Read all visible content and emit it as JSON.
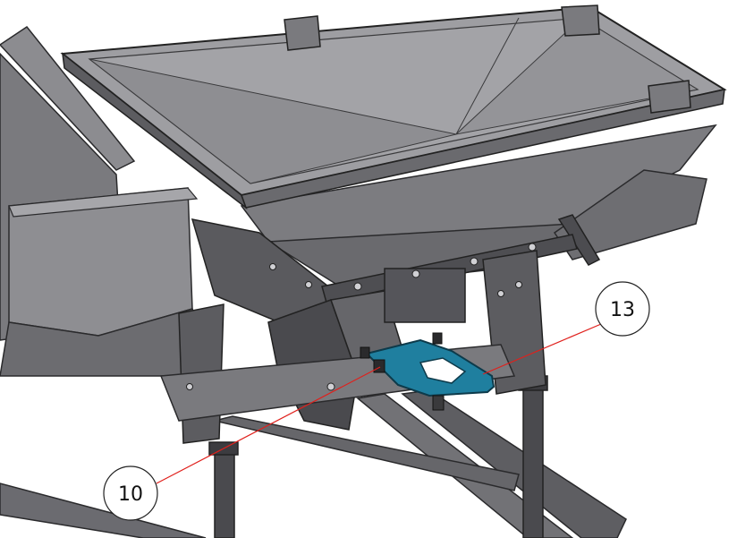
{
  "colors": {
    "frame_dark": "#3a3a3d",
    "frame_mid": "#58585c",
    "frame_light": "#8a8a8e",
    "hopper_inner": "#9a9a9e",
    "hopper_rim": "#6e6e72",
    "highlight_plate": "#1f7f9f",
    "leader_line": "#e0201c",
    "callout_stroke": "#222222",
    "callout_fill": "#ffffff"
  },
  "callouts": [
    {
      "label": "10",
      "points_to": "bolt"
    },
    {
      "label": "13",
      "points_to": "highlighted-plate"
    }
  ],
  "parts": {
    "highlighted_plate": {
      "icon": "shutter-plate"
    },
    "hopper": {
      "icon": "seed-hopper"
    },
    "frame": {
      "icon": "machine-frame"
    }
  }
}
